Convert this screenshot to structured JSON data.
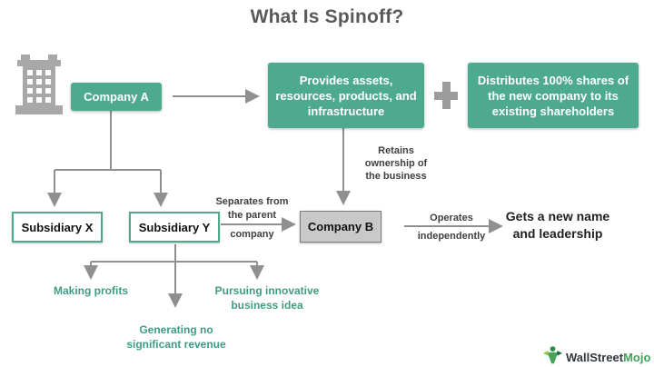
{
  "title": "What Is Spinoff?",
  "colors": {
    "green_box": "#4daa8f",
    "gray_box": "#c9c9c9",
    "arrow_gray": "#8f8f8f",
    "dark_note_text": "#3f3f3f",
    "green_note_text": "#3f9b83",
    "title_gray": "#595959",
    "logo_green": "#3fa557"
  },
  "icons": {
    "building": "building-icon",
    "plus": "plus-icon",
    "logo_mascot": "wallstreetmojo-mascot-icon"
  },
  "nodes": {
    "company_a": "Company A",
    "provides": "Provides assets, resources, products, and infrastructure",
    "distributes": "Distributes 100% shares of the new company to its existing shareholders",
    "company_b": "Company B",
    "subsidiary_x": "Subsidiary X",
    "subsidiary_y": "Subsidiary Y"
  },
  "labels": {
    "retains_lines": [
      "Retains",
      "ownership of",
      "the business"
    ],
    "separates_lines": [
      "Separates from",
      "the parent",
      "company"
    ],
    "operates_lines": [
      "Operates",
      "independently"
    ],
    "gets_lines": [
      "Gets a new name",
      "and leadership"
    ],
    "making_profits": "Making profits",
    "generating_lines": [
      "Generating no",
      "significant revenue"
    ],
    "pursuing_lines": [
      "Pursuing innovative",
      "business idea"
    ]
  },
  "logo": {
    "brand_dark": "WallStreet",
    "brand_green": "Mojo"
  }
}
